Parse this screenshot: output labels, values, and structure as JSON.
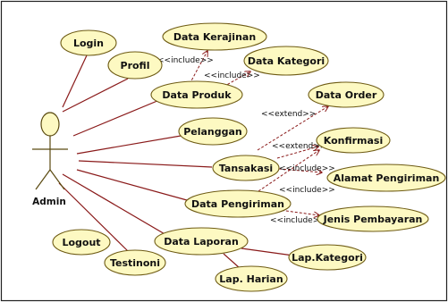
{
  "diagram": {
    "actor": {
      "label": "Admin"
    },
    "use_cases": [
      {
        "id": "login",
        "label": "Login"
      },
      {
        "id": "profil",
        "label": "Profil"
      },
      {
        "id": "data_kerajinan",
        "label": "Data Kerajinan"
      },
      {
        "id": "data_kategori",
        "label": "Data Kategori"
      },
      {
        "id": "data_produk",
        "label": "Data Produk"
      },
      {
        "id": "data_order",
        "label": "Data Order"
      },
      {
        "id": "pelanggan",
        "label": "Pelanggan"
      },
      {
        "id": "konfirmasi",
        "label": "Konfirmasi"
      },
      {
        "id": "tansakasi",
        "label": "Tansakasi"
      },
      {
        "id": "alamat_pengiriman",
        "label": "Alamat Pengiriman"
      },
      {
        "id": "data_pengiriman",
        "label": "Data Pengiriman"
      },
      {
        "id": "jenis_pembayaran",
        "label": "Jenis Pembayaran"
      },
      {
        "id": "logout",
        "label": "Logout"
      },
      {
        "id": "data_laporan",
        "label": "Data Laporan"
      },
      {
        "id": "testinoni",
        "label": "Testinoni"
      },
      {
        "id": "lap_kategori",
        "label": "Lap.Kategori"
      },
      {
        "id": "lap_harian",
        "label": "Lap. Harian"
      }
    ],
    "dependencies": [
      {
        "id": "inc_kerajinan",
        "from": "data_produk",
        "to": "data_kerajinan",
        "label": "<<include>>"
      },
      {
        "id": "inc_kategori",
        "from": "data_produk",
        "to": "data_kategori",
        "label": "<<include>>"
      },
      {
        "id": "ext_order",
        "from": "tansakasi",
        "to": "data_order",
        "label": "<<extend>>"
      },
      {
        "id": "ext_konfirmasi",
        "from": "tansakasi",
        "to": "konfirmasi",
        "label": "<<extend>>"
      },
      {
        "id": "inc_alamat",
        "from": "tansakasi",
        "to": "alamat_pengiriman",
        "label": "<<include>>"
      },
      {
        "id": "inc_konfirmasi2",
        "from": "data_pengiriman",
        "to": "konfirmasi",
        "label": "<<include>>"
      },
      {
        "id": "inc_jenis",
        "from": "data_pengiriman",
        "to": "jenis_pembayaran",
        "label": "<<include>>"
      }
    ]
  }
}
